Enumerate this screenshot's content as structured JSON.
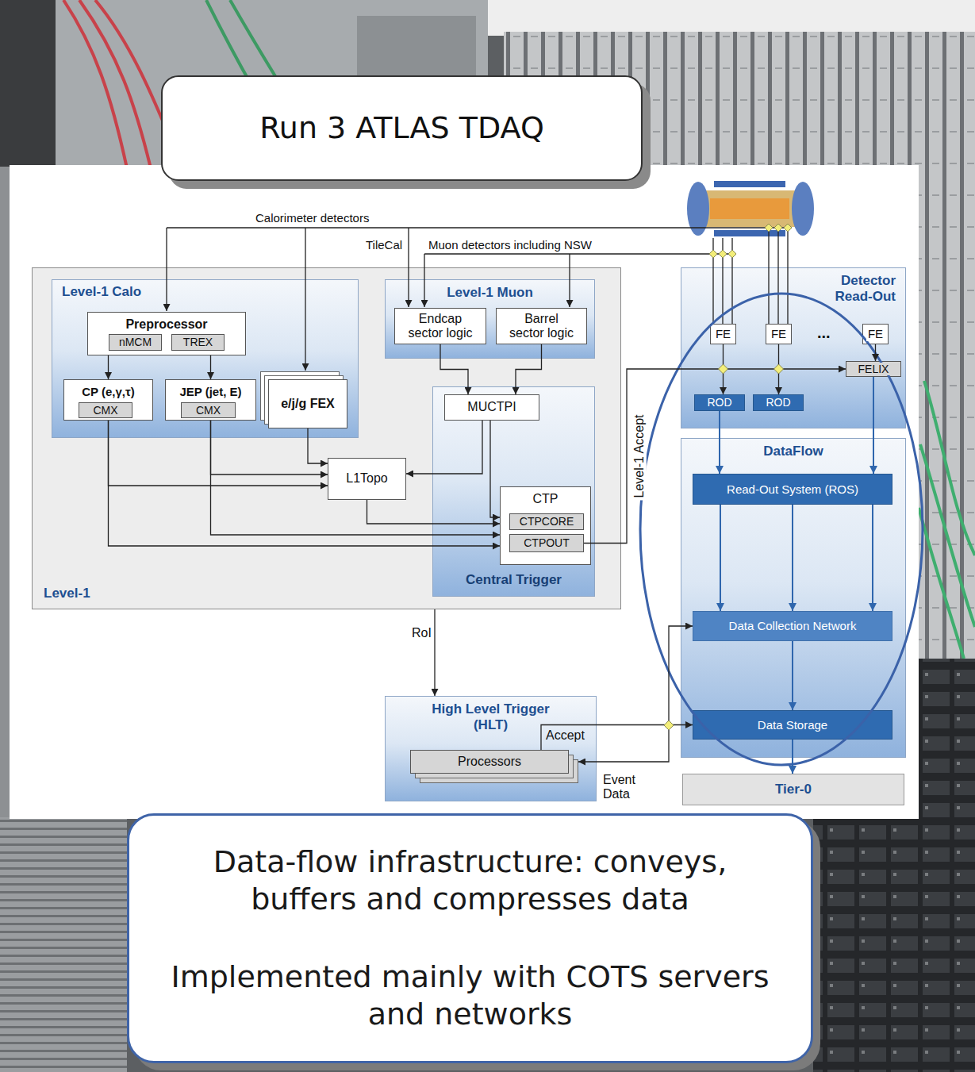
{
  "diagram": {
    "title": "Run 3 ATLAS TDAQ",
    "nodes": [
      {
        "text": [
          "Level-1"
        ]
      },
      {
        "text": [
          "Level-1 Calo"
        ],
        "in": 0
      },
      {
        "text": [
          "Preprocessor"
        ],
        "in": 1
      },
      {
        "text": [
          "nMCM"
        ],
        "in": 2
      },
      {
        "text": [
          "TREX"
        ],
        "in": 2
      },
      {
        "text": [
          "CP (e,γ,τ)"
        ],
        "in": 1
      },
      {
        "text": [
          "CMX"
        ],
        "in": 5
      },
      {
        "text": [
          "JEP (jet, E)"
        ],
        "in": 1
      },
      {
        "text": [
          "CMX"
        ],
        "in": 7
      },
      {
        "text": [
          "e/j/g FEX"
        ],
        "in": 1
      },
      {
        "text": [
          "Level-1 Muon"
        ],
        "in": 0
      },
      {
        "text": [
          "Endcap sector logic"
        ],
        "in": 10
      },
      {
        "text": [
          "Barrel sector logic"
        ],
        "in": 10
      },
      {
        "text": [
          "L1Topo"
        ],
        "in": 0
      },
      {
        "text": [
          "Central Trigger"
        ],
        "in": 0
      },
      {
        "text": [
          "MUCTPI"
        ],
        "in": 14
      },
      {
        "text": [
          "CTP"
        ],
        "in": 14
      },
      {
        "text": [
          "CTPCORE"
        ],
        "in": 16
      },
      {
        "text": [
          "CTPOUT"
        ],
        "in": 16
      },
      {
        "text": [
          "Detector Read-Out"
        ]
      },
      {
        "text": [
          "FE"
        ],
        "in": 19
      },
      {
        "text": [
          "FE"
        ],
        "in": 19
      },
      {
        "text": [
          "FE"
        ],
        "in": 19
      },
      {
        "text": [
          "ROD"
        ],
        "in": 19
      },
      {
        "text": [
          "ROD"
        ],
        "in": 19
      },
      {
        "text": [
          "FELIX"
        ],
        "in": 19
      },
      {
        "text": [
          "DataFlow"
        ]
      },
      {
        "text": [
          "Read-Out System (ROS)"
        ],
        "in": 26
      },
      {
        "text": [
          "Data Collection Network"
        ],
        "in": 26
      },
      {
        "text": [
          "Data Storage"
        ],
        "in": 26
      },
      {
        "text": [
          "Tier-0"
        ]
      },
      {
        "text": [
          "High Level Trigger (HLT)"
        ]
      },
      {
        "text": [
          "Processors"
        ],
        "in": 31
      },
      {
        "text": [
          "Data-flow infrastructure: conveys, buffers and compresses data",
          "Implemented mainly with COTS servers and networks"
        ]
      }
    ],
    "edges": [
      {
        "from": 2,
        "to": 5,
        "arrow": "to"
      },
      {
        "from": 2,
        "to": 7,
        "arrow": "to"
      },
      {
        "from": 11,
        "to": 15,
        "arrow": "to"
      },
      {
        "from": 12,
        "to": 15,
        "arrow": "to"
      },
      {
        "from": 15,
        "to": 13,
        "arrow": "to"
      },
      {
        "from": 15,
        "to": 16,
        "arrow": "to"
      },
      {
        "from": 5,
        "to": 13,
        "arrow": "to"
      },
      {
        "from": 7,
        "to": 13,
        "arrow": "to"
      },
      {
        "from": 9,
        "to": 13,
        "arrow": "to"
      },
      {
        "from": 13,
        "to": 16,
        "arrow": "to"
      },
      {
        "from": 5,
        "to": 16,
        "arrow": "to"
      },
      {
        "from": 7,
        "to": 16,
        "arrow": "to"
      },
      {
        "from": 18,
        "to": 25,
        "label": "Level-1 Accept",
        "arrow": "to"
      },
      {
        "from": 20,
        "to": 23,
        "arrow": "to"
      },
      {
        "from": 21,
        "to": 24,
        "arrow": "to"
      },
      {
        "from": 22,
        "to": 25,
        "arrow": "to"
      },
      {
        "from": 23,
        "to": 27,
        "arrow": "to"
      },
      {
        "from": 25,
        "to": 27,
        "arrow": "to"
      },
      {
        "from": 27,
        "to": 28,
        "arrow": "to"
      },
      {
        "from": 28,
        "to": 29,
        "arrow": "to"
      },
      {
        "from": 29,
        "to": 30,
        "arrow": "to"
      },
      {
        "from": 0,
        "to": 31,
        "label": "RoI",
        "arrow": "to"
      },
      {
        "from": 32,
        "to": 29,
        "label": "Accept",
        "arrow": "to"
      },
      {
        "from": 28,
        "to": 32,
        "label": "Event Data",
        "arrow": "both"
      }
    ],
    "labels": [
      "Calorimeter detectors",
      "TileCal",
      "Muon detectors including NSW",
      "..."
    ]
  }
}
